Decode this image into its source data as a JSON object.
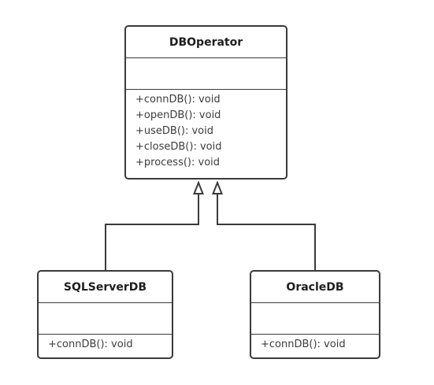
{
  "classes": {
    "dboperator": {
      "name": "DBOperator",
      "methods": [
        "+connDB(): void",
        "+openDB(): void",
        "+useDB(): void",
        "+closeDB(): void",
        "+process(): void"
      ]
    },
    "sqlserverdb": {
      "name": "SQLServerDB",
      "methods": [
        "+connDB(): void"
      ]
    },
    "oracledb": {
      "name": "OracleDB",
      "methods": [
        "+connDB(): void"
      ]
    }
  },
  "relations": [
    {
      "type": "generalization",
      "from": "SQLServerDB",
      "to": "DBOperator"
    },
    {
      "type": "generalization",
      "from": "OracleDB",
      "to": "DBOperator"
    }
  ],
  "colors": {
    "line": "#3a3a3a",
    "text": "#3c3c3c",
    "background": "#ffffff"
  }
}
